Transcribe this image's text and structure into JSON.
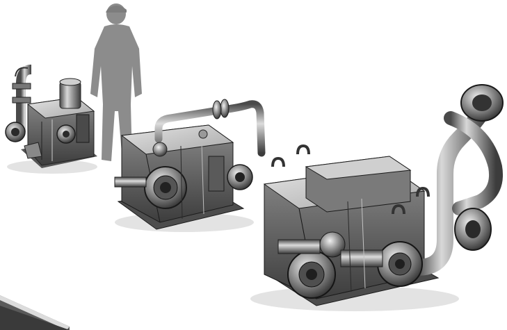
{
  "scene": {
    "background": "#ffffff",
    "colors": {
      "metal_dark": "#3a3a3a",
      "metal_mid": "#6e6e6e",
      "metal_light": "#b9b9b9",
      "highlight": "#e6e6e6",
      "silhouette": "#8c8c8c",
      "shadow": "#d9d9d9"
    },
    "objects": [
      {
        "name": "small-pump-unit",
        "kind": "machine"
      },
      {
        "name": "human-silhouette",
        "kind": "scale-reference"
      },
      {
        "name": "medium-pump-unit",
        "kind": "machine"
      },
      {
        "name": "large-pump-unit",
        "kind": "machine"
      },
      {
        "name": "pipe-fragment",
        "kind": "pipe"
      }
    ]
  }
}
